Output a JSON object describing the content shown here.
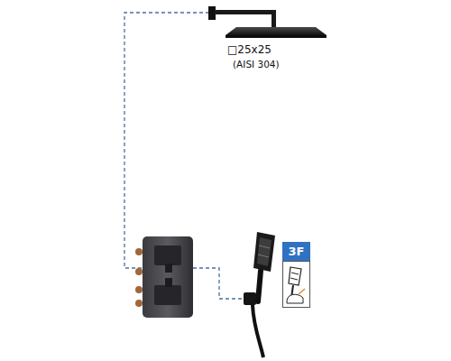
{
  "diagram": {
    "nodes": [
      {
        "text": [
          "3F"
        ]
      }
    ],
    "labels": [
      "□25x25",
      "(AISI 304)"
    ]
  }
}
